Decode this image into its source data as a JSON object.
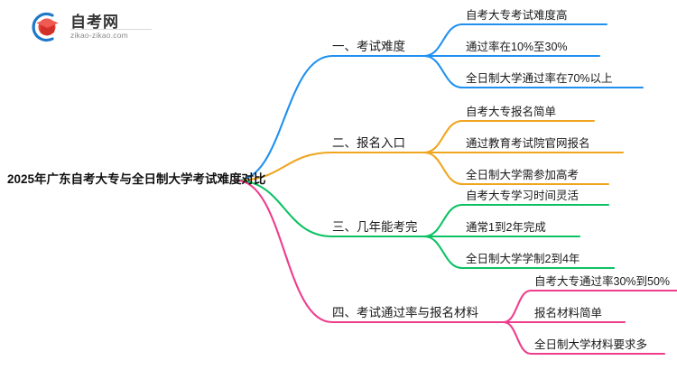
{
  "logo": {
    "name_cn": "自考网",
    "url": "zikao-zikao.com",
    "mark_arc_color": "#1f78c8",
    "mark_cap_color": "#e8413a"
  },
  "mindmap": {
    "root": {
      "label": "2025年广东自考大专与全日制大学考试难度对比"
    },
    "branches": [
      {
        "label": "一、考试难度",
        "color": "#2091f0",
        "leaves": [
          "自考大专考试难度高",
          "通过率在10%至30%",
          "全日制大学通过率在70%以上"
        ]
      },
      {
        "label": "二、报名入口",
        "color": "#f0a51e",
        "leaves": [
          "自考大专报名简单",
          "通过教育考试院官网报名",
          "全日制大学需参加高考"
        ]
      },
      {
        "label": "三、几年能考完",
        "color": "#0bc263",
        "leaves": [
          "自考大专学习时间灵活",
          "通常1到2年完成",
          "全日制大学学制2到4年"
        ]
      },
      {
        "label": "四、考试通过率与报名材料",
        "color": "#ee3d8c",
        "leaves": [
          "自考大专通过率30%到50%",
          "报名材料简单",
          "全日制大学材料要求多"
        ]
      }
    ]
  }
}
